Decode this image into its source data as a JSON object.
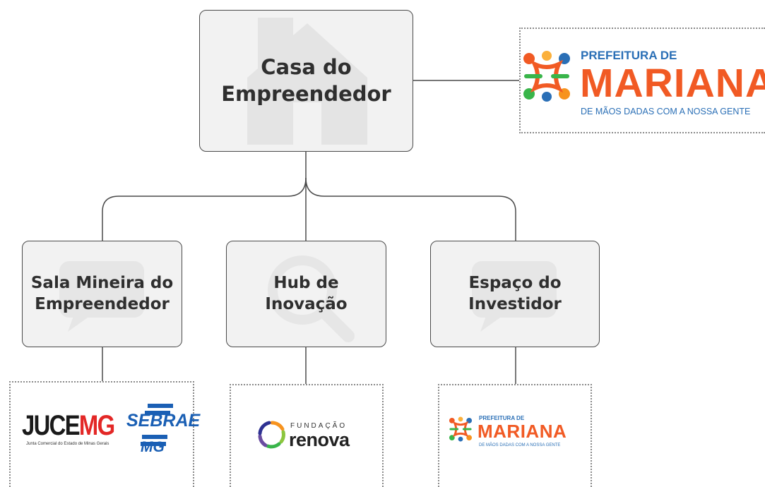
{
  "root": {
    "label": "Casa do\nEmpreendedor"
  },
  "children": [
    {
      "label": "Sala Mineira do\nEmpreendedor"
    },
    {
      "label": "Hub de\nInovação"
    },
    {
      "label": "Espaço do\nInvestidor"
    }
  ],
  "logos": {
    "prefeitura": {
      "top": "PREFEITURA DE",
      "main": "MARIANA",
      "tagline": "DE MÃOS DADAS COM A NOSSA GENTE"
    },
    "jucemg": {
      "name_part1": "JUCE",
      "name_part2": "MG",
      "subtitle": "Junta Comercial do Estado de Minas Gerais"
    },
    "sebrae": {
      "name": "SEBRAE",
      "state": "MG"
    },
    "renova": {
      "top": "FUNDAÇÃO",
      "name": "renova"
    }
  },
  "colors": {
    "box_fill": "#f2f2f2",
    "box_border": "#4a4a4a",
    "line": "#4a4a4a",
    "mariana_orange": "#f15a24",
    "mariana_blue": "#2a6fb6",
    "jucemg_red": "#e32726",
    "sebrae_blue": "#1a5fb4"
  },
  "icons": {
    "root_watermark": "house-icon",
    "sala_watermark": "chat-bubble-icon",
    "hub_watermark": "magnifier-icon",
    "espaco_watermark": "chat-bubble-icon"
  }
}
